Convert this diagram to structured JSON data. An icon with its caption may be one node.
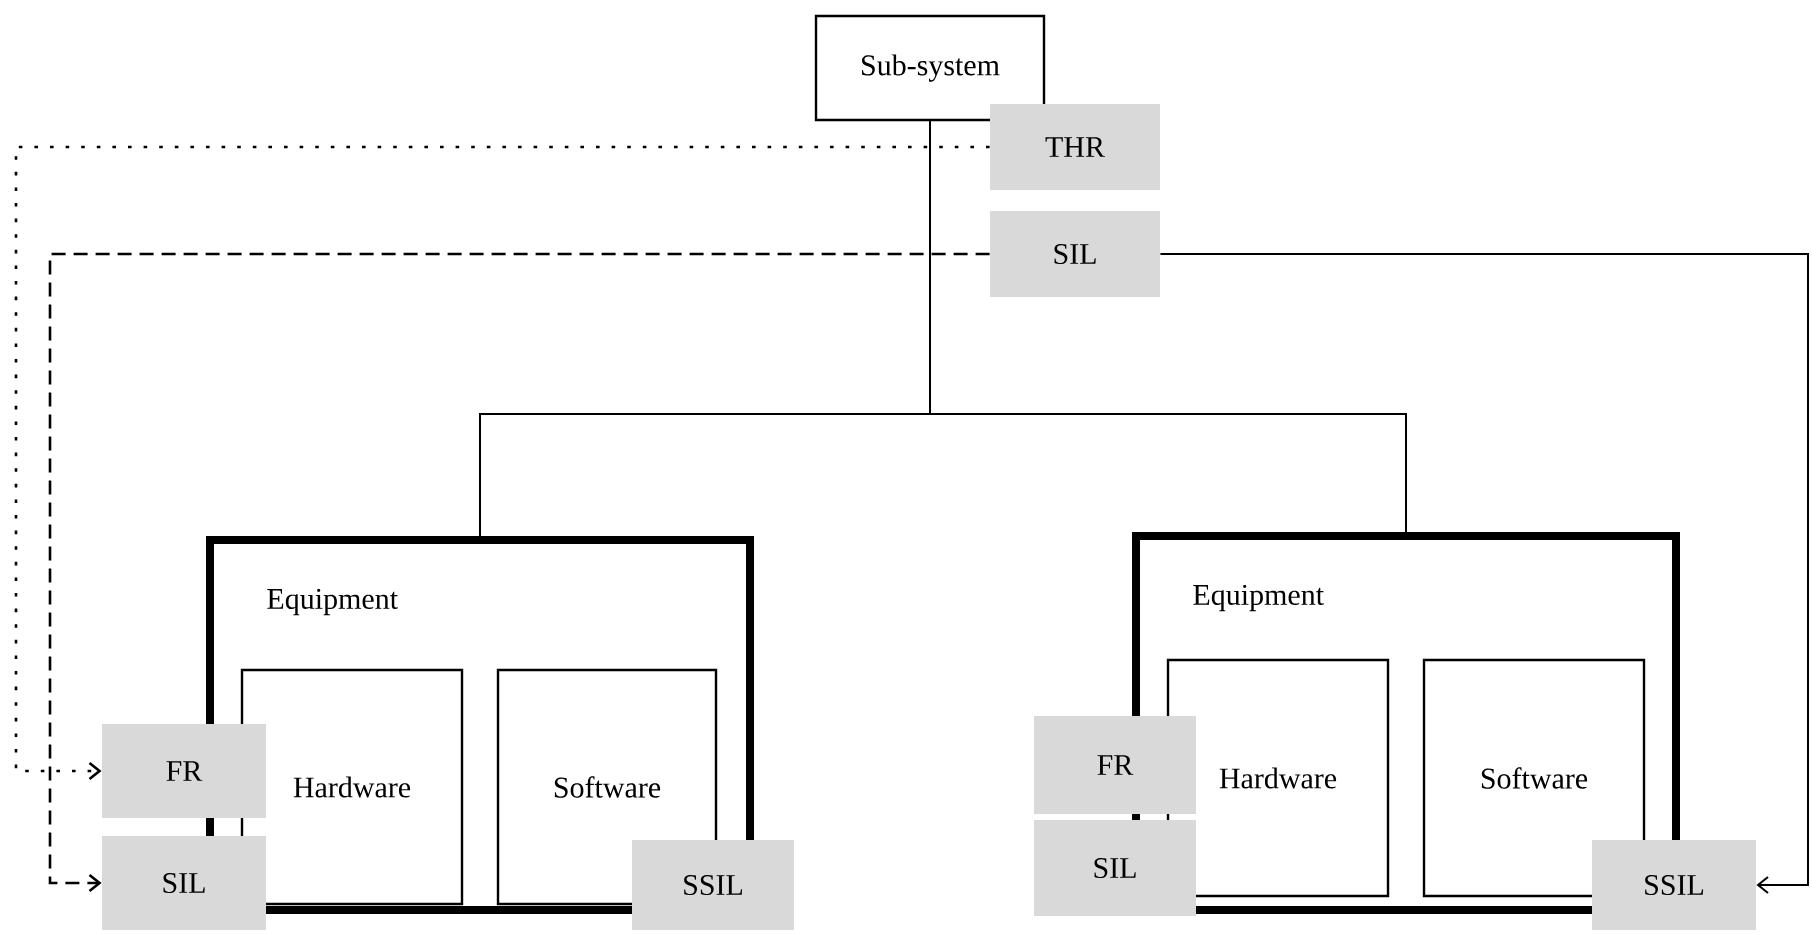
{
  "diagram": {
    "nodes": [
      {
        "text": [
          "Sub-system"
        ]
      },
      {
        "text": [
          "THR"
        ]
      },
      {
        "text": [
          "SIL"
        ]
      },
      {
        "text": [
          "Equipment"
        ]
      },
      {
        "text": [
          "Hardware"
        ],
        "in": 3
      },
      {
        "text": [
          "Software"
        ],
        "in": 3
      },
      {
        "text": [
          "FR"
        ]
      },
      {
        "text": [
          "SIL"
        ]
      },
      {
        "text": [
          "SSIL"
        ]
      },
      {
        "text": [
          "Equipment"
        ]
      },
      {
        "text": [
          "Hardware"
        ],
        "in": 9
      },
      {
        "text": [
          "Software"
        ],
        "in": 9
      },
      {
        "text": [
          "FR"
        ]
      },
      {
        "text": [
          "SIL"
        ]
      },
      {
        "text": [
          "SSIL"
        ]
      }
    ],
    "edges": [
      {
        "from": 0,
        "to": 3,
        "arrow": "none"
      },
      {
        "from": 0,
        "to": 9,
        "arrow": "none"
      },
      {
        "from": 1,
        "to": 6,
        "arrow": "to",
        "style": "dashed"
      },
      {
        "from": 2,
        "to": 7,
        "arrow": "to",
        "style": "dashed"
      },
      {
        "from": 2,
        "to": 14,
        "arrow": "to"
      }
    ]
  }
}
